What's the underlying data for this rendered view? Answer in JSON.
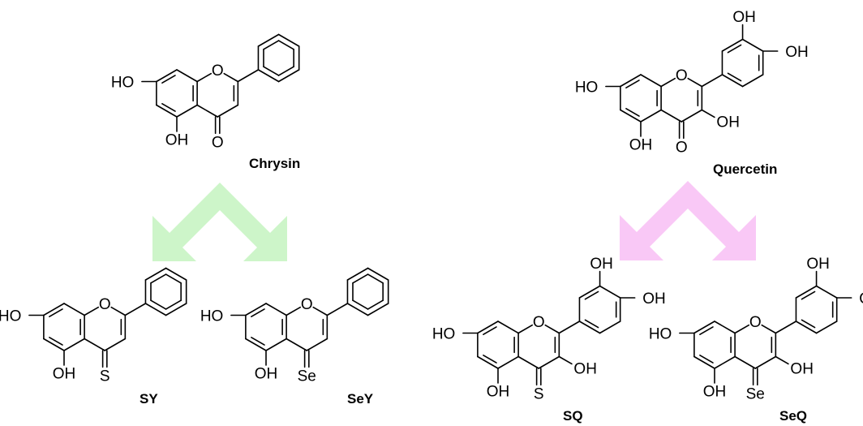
{
  "compounds": {
    "chrysin": {
      "name": "Chrysin"
    },
    "quercetin": {
      "name": "Quercetin"
    },
    "sy": {
      "name": "SY"
    },
    "sey": {
      "name": "SeY"
    },
    "sq": {
      "name": "SQ"
    },
    "seq": {
      "name": "SeQ"
    }
  },
  "atoms": {
    "ho": "HO",
    "oh": "OH",
    "o": "O",
    "s": "S",
    "se": "Se"
  },
  "colors": {
    "chrysin_arrow": "#cdf5c9",
    "quercetin_arrow": "#f9c8f6"
  }
}
